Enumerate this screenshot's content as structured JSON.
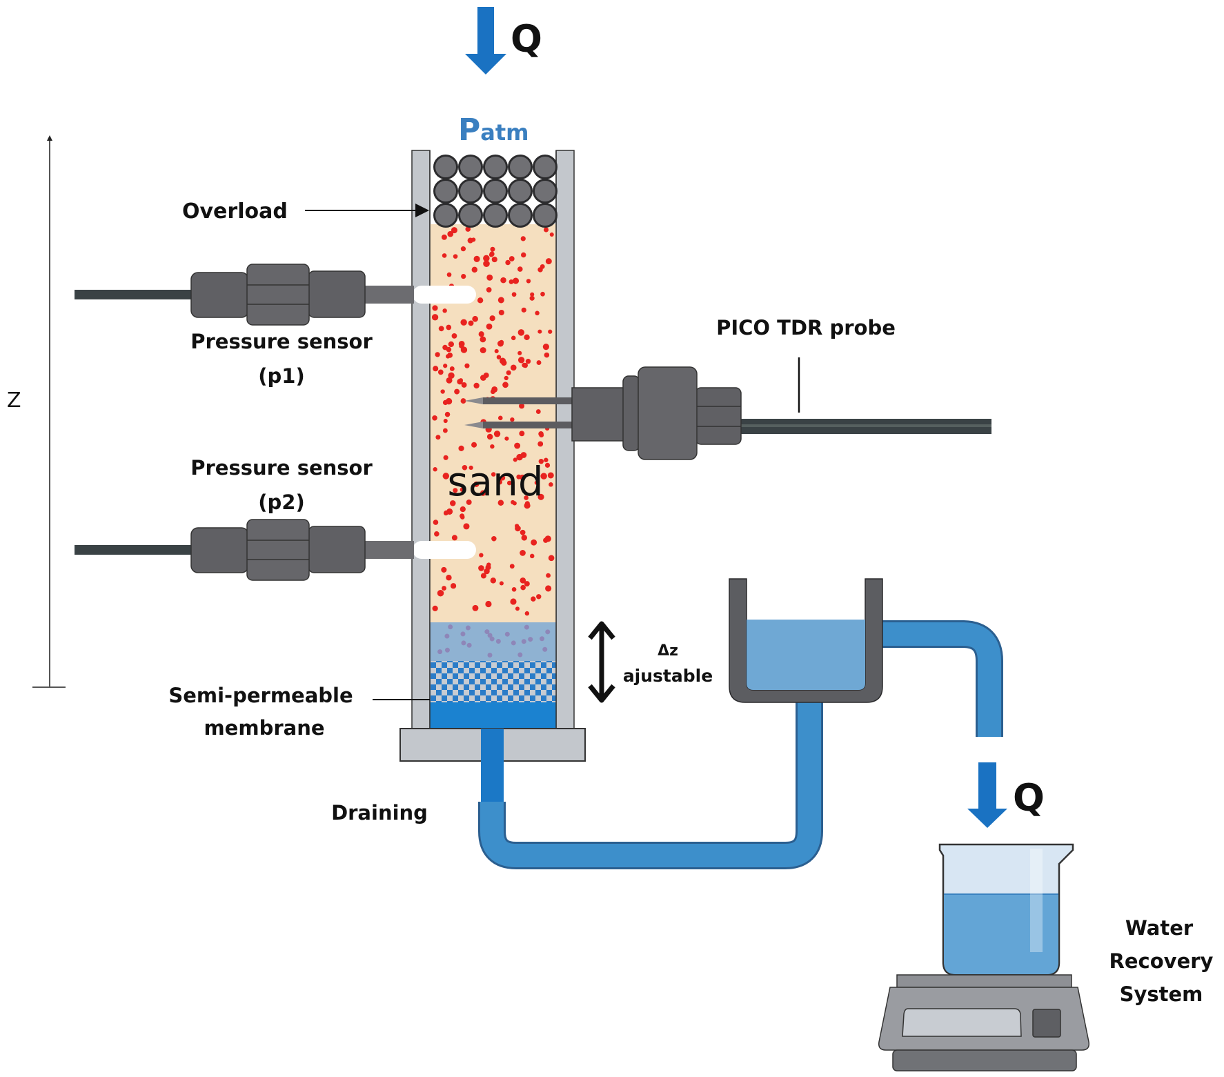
{
  "diagram": {
    "title": "Sand column drainage experimental setup",
    "labels": {
      "inflow": "Q",
      "atm_main": "P",
      "atm_sub": "atm",
      "overload": "Overload",
      "pressure_sensor_1_line1": "Pressure sensor",
      "pressure_sensor_1_line2": "(p1)",
      "pressure_sensor_2_line1": "Pressure sensor",
      "pressure_sensor_2_line2": "(p2)",
      "tdr_probe": "PICO TDR probe",
      "sand": "sand",
      "z_axis": "Z",
      "delta_z_line1": "Δz",
      "delta_z_line2": "ajustable",
      "membrane_line1": "Semi-permeable",
      "membrane_line2": "membrane",
      "draining": "Draining",
      "outflow": "Q",
      "recovery_line1": "Water",
      "recovery_line2": "Recovery",
      "recovery_line3": "System"
    },
    "colors": {
      "flow_arrow": "#1a72c2",
      "patm_text": "#3a7fc0",
      "sand": "#f5dfbf",
      "sand_grain": "#e8231f",
      "wet_layer": "#8fb2d2",
      "water": "#1b82d0",
      "pipe": "#3d8fcb",
      "column_wall": "#c3c7cc",
      "sensor_body": "#606064",
      "cable": "#3a4245"
    }
  }
}
